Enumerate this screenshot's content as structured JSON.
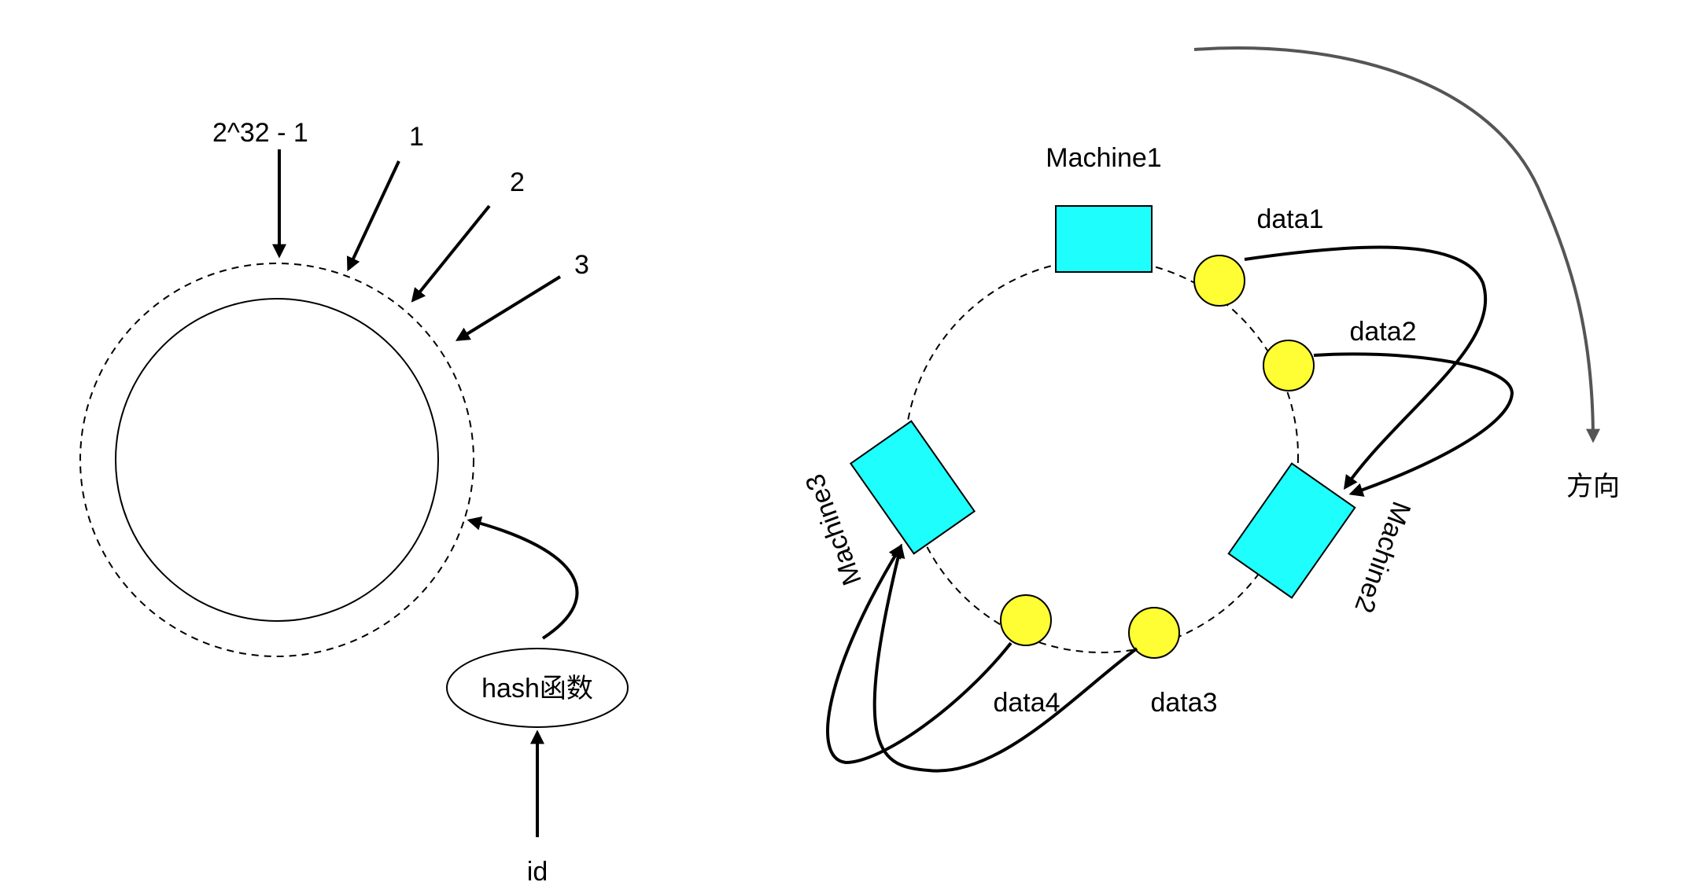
{
  "left_diagram": {
    "ring_labels": {
      "max": "2^32 - 1",
      "one": "1",
      "two": "2",
      "three": "3"
    },
    "hash_node": "hash函数",
    "input_label": "id"
  },
  "right_diagram": {
    "machines": {
      "m1": "Machine1",
      "m2": "Machine2",
      "m3": "Machine3"
    },
    "data": {
      "d1": "data1",
      "d2": "data2",
      "d3": "data3",
      "d4": "data4"
    },
    "direction_label": "方向"
  },
  "colors": {
    "machine_fill": "#1efffd",
    "data_fill": "#fffd33",
    "direction_arrow": "#555555",
    "line": "#000000"
  }
}
